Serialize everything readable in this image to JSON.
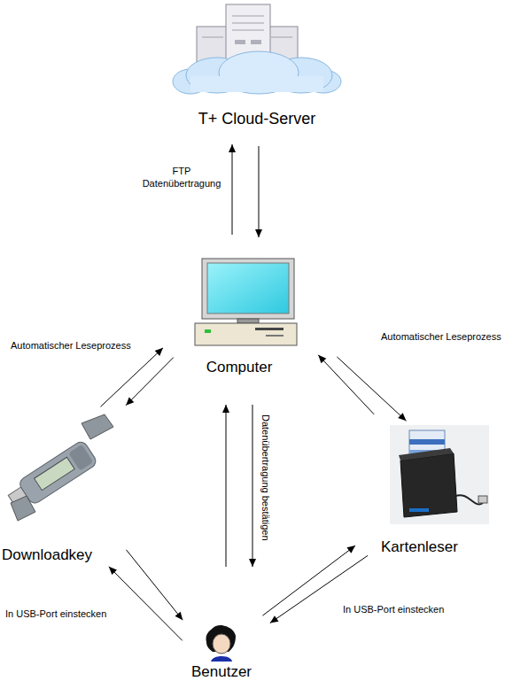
{
  "diagram": {
    "nodes": [
      {
        "text": [
          "T+ Cloud-Server"
        ]
      },
      {
        "text": [
          "Computer"
        ]
      },
      {
        "text": [
          "Downloadkey"
        ]
      },
      {
        "text": [
          "Kartenleser"
        ]
      },
      {
        "text": [
          "Benutzer"
        ]
      }
    ],
    "edges": [
      {
        "from": 1,
        "to": 0,
        "label": "FTP Datenübertragung",
        "arrow": "to"
      },
      {
        "from": 0,
        "to": 1,
        "arrow": "to"
      },
      {
        "from": 2,
        "to": 1,
        "label": "Automatischer Leseprozess",
        "arrow": "to"
      },
      {
        "from": 1,
        "to": 2,
        "arrow": "to"
      },
      {
        "from": 1,
        "to": 3,
        "label": "Automatischer Leseprozess",
        "arrow": "to"
      },
      {
        "from": 3,
        "to": 1,
        "arrow": "to"
      },
      {
        "from": 4,
        "to": 1,
        "arrow": "to"
      },
      {
        "from": 1,
        "to": 4,
        "label": "Datenübertragung bestätigen",
        "arrow": "to"
      },
      {
        "from": 4,
        "to": 2,
        "label": "In USB-Port einstecken",
        "arrow": "to"
      },
      {
        "from": 2,
        "to": 4,
        "arrow": "to"
      },
      {
        "from": 4,
        "to": 3,
        "arrow": "to"
      },
      {
        "from": 3,
        "to": 4,
        "label": "In USB-Port einstecken",
        "arrow": "to"
      }
    ]
  }
}
